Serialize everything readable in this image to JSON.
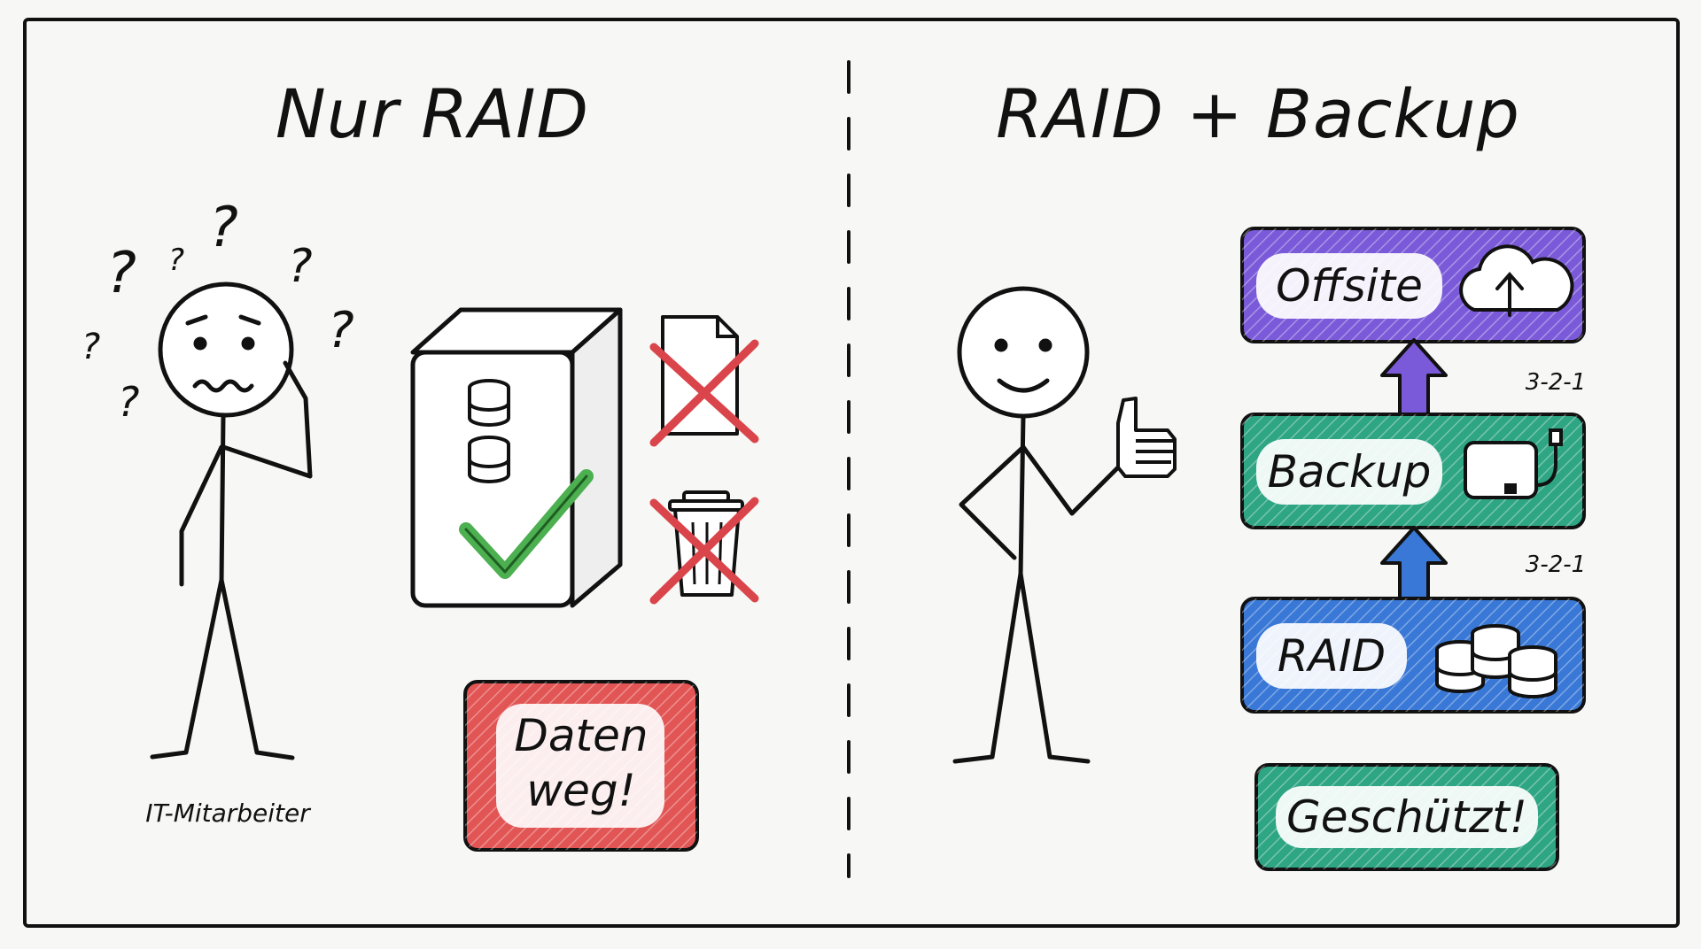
{
  "panels": {
    "left": {
      "title": "Nur RAID",
      "person_caption": "IT-Mitarbeiter",
      "result_label_line1": "Daten",
      "result_label_line2": "weg!"
    },
    "right": {
      "title": "RAID + Backup",
      "layers": [
        {
          "label": "Offsite",
          "icon": "cloud-upload-icon",
          "color": "#7b5ad9"
        },
        {
          "label": "Backup",
          "icon": "external-drive-icon",
          "color": "#2ea583"
        },
        {
          "label": "RAID",
          "icon": "database-stack-icon",
          "color": "#3978d6"
        }
      ],
      "rule_labels": [
        "3-2-1",
        "3-2-1"
      ],
      "result_label": "Geschützt!"
    }
  },
  "colors": {
    "danger": "#e25555",
    "success_check": "#4caf50",
    "cross": "#d9454a",
    "outline": "#111111",
    "background": "#f7f7f5"
  }
}
